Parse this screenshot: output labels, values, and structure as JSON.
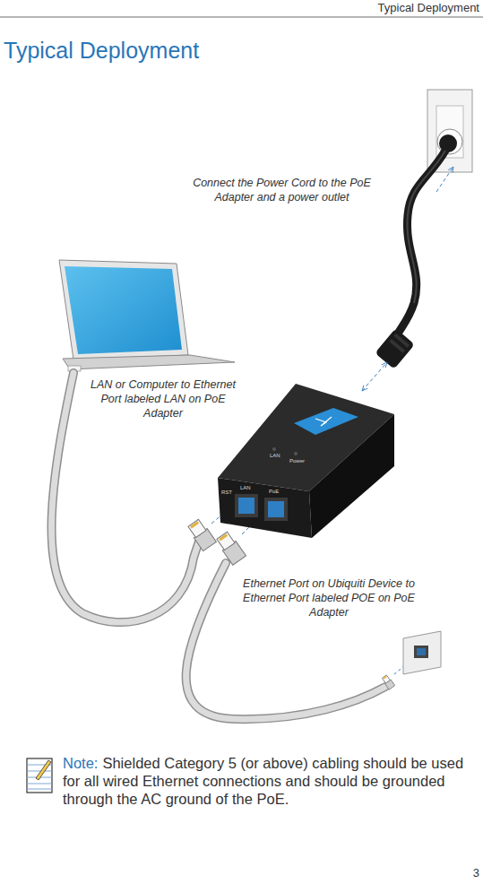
{
  "diagram": {
    "title": "Typical Deployment",
    "nodes": [
      {
        "text": [
          "LAN",
          "Power",
          "RST",
          "LAN",
          "PoE"
        ]
      }
    ],
    "labels": [
      "Typical Deployment",
      "Connect the Power Cord to the PoE Adapter and a power outlet",
      "LAN or Computer to Ethernet Port labeled LAN on PoE Adapter",
      "Ethernet Port on Ubiquiti Device to Ethernet Port labeled POE on PoE Adapter",
      "Note:",
      "Shielded Category 5 (or above) cabling should be used for all wired Ethernet connections and should be grounded through the AC ground of the PoE.",
      "3"
    ]
  }
}
